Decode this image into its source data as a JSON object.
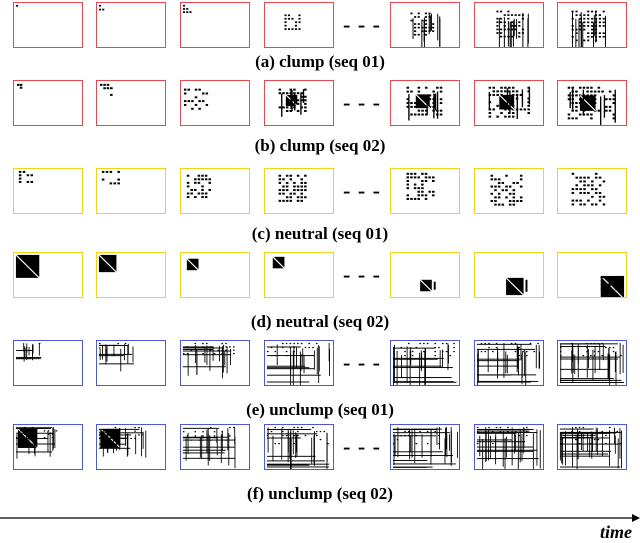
{
  "rows": [
    {
      "caption": "(a) clump (seq 01)",
      "frame_color": "#e8474f",
      "pattern": "clump-a"
    },
    {
      "caption": "(b) clump (seq 02)",
      "frame_color": "#e8474f",
      "pattern": "clump-b"
    },
    {
      "caption": "(c) neutral (seq 01)",
      "frame_color": "#f2d21b",
      "pattern": "neutral-a"
    },
    {
      "caption": "(d) neutral (seq 02)",
      "frame_color": "#f2d21b",
      "pattern": "neutral-b"
    },
    {
      "caption": "(e) unclump (seq 01)",
      "frame_color": "#4f57d6",
      "pattern": "unclump-a"
    },
    {
      "caption": "(f) unclump (seq 02)",
      "frame_color": "#4f57d6",
      "pattern": "unclump-b"
    }
  ],
  "ellipsis": "- - -",
  "time_label": "time"
}
